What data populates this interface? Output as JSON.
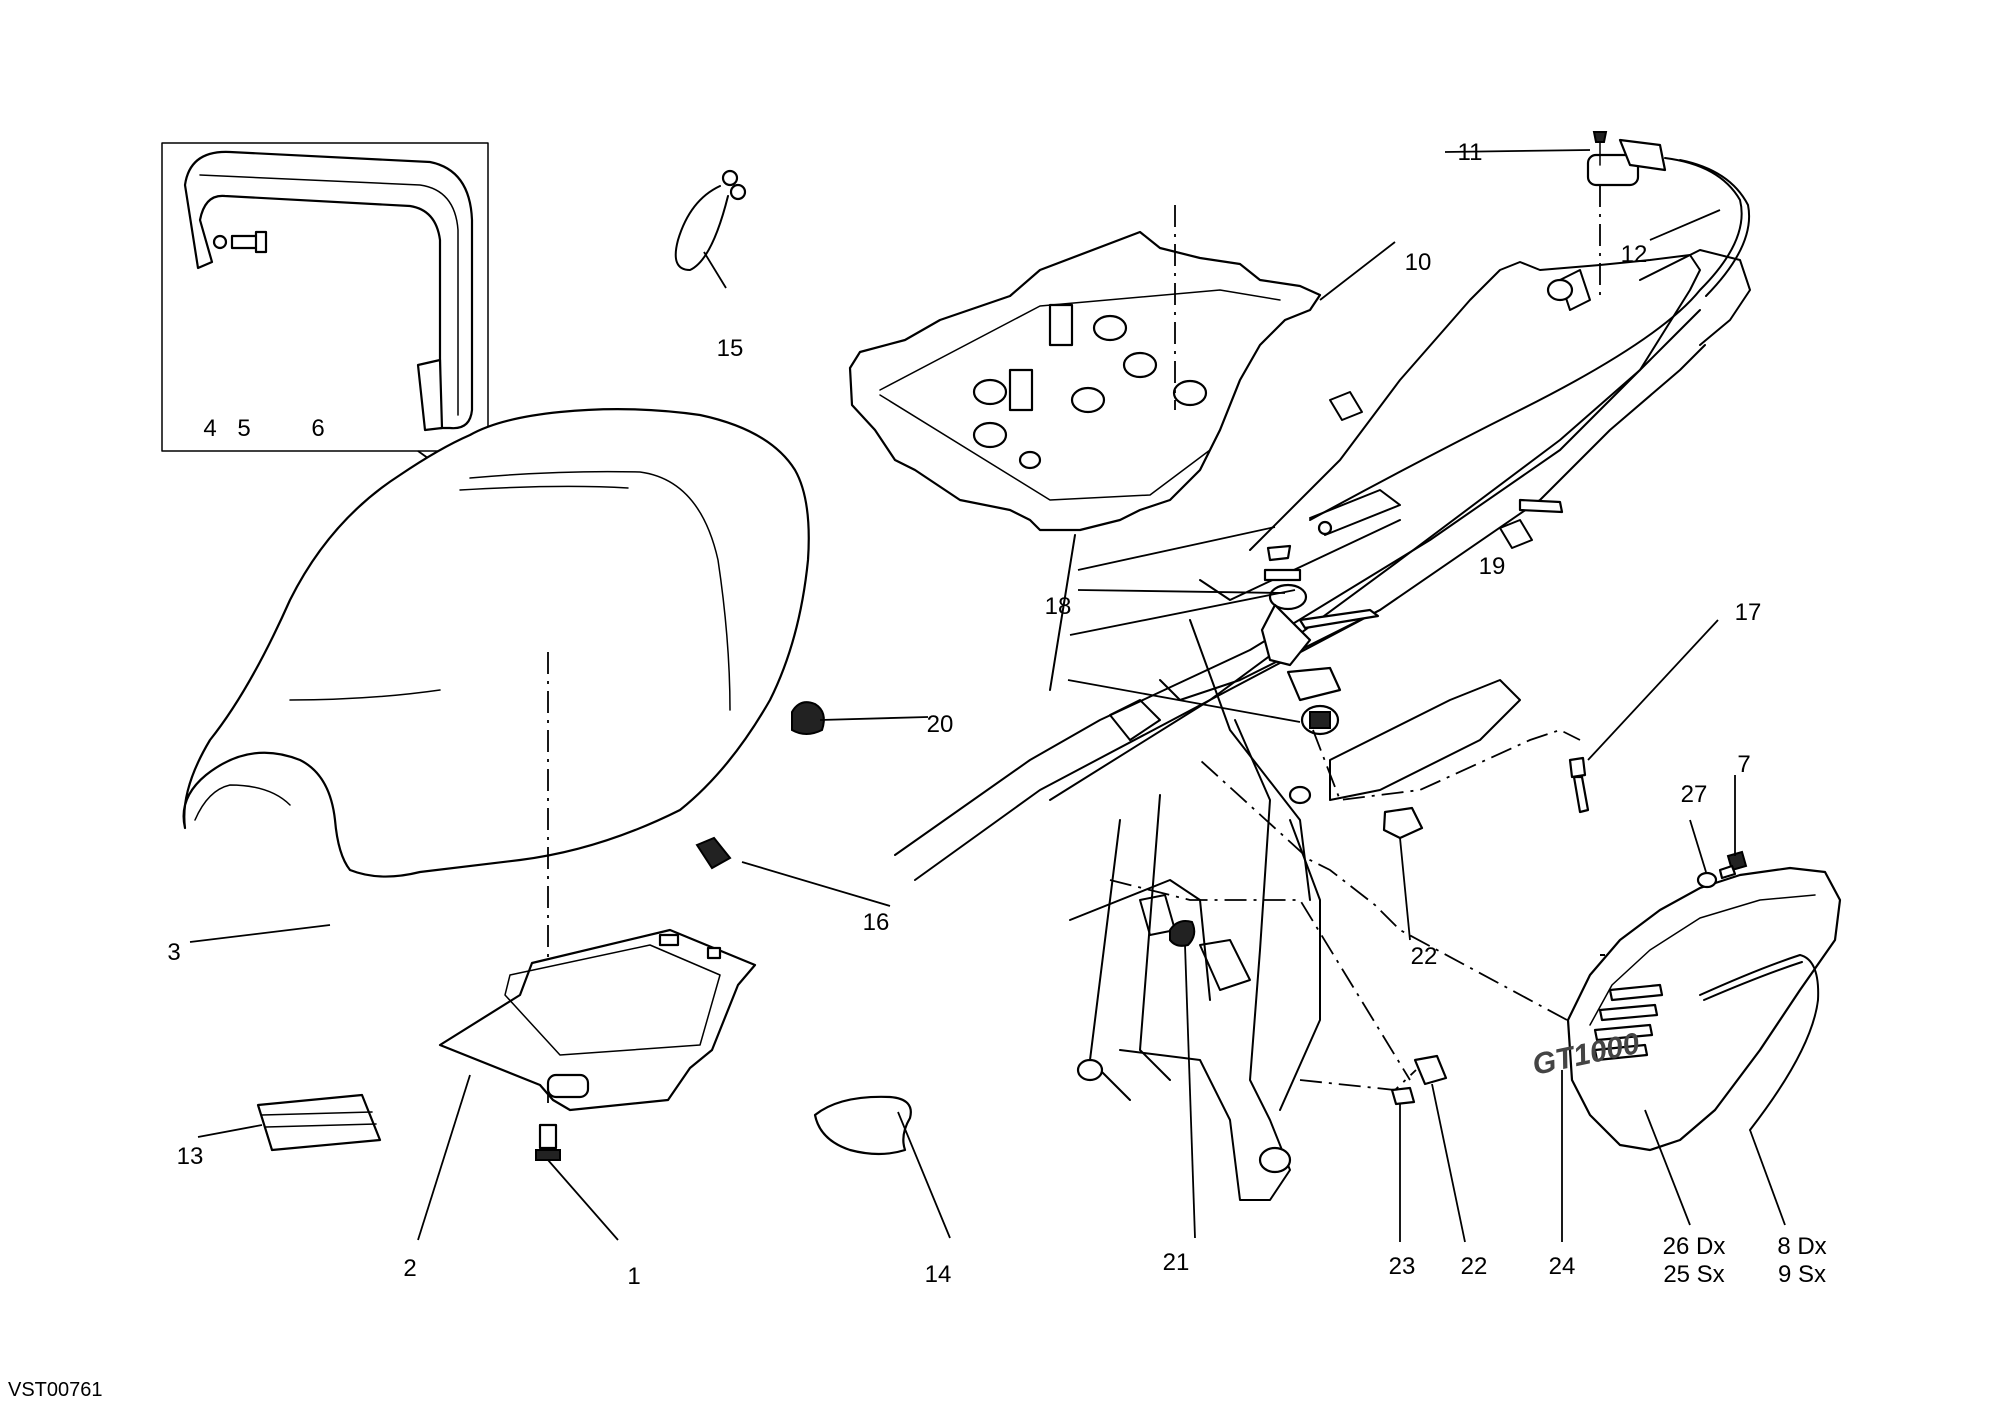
{
  "drawing_code": "VST00761",
  "cover_logo": "GT1000",
  "callouts": {
    "c1": "1",
    "c2": "2",
    "c3": "3",
    "c4": "4",
    "c5": "5",
    "c6": "6",
    "c7": "7",
    "c8": "8 Dx",
    "c9": "9 Sx",
    "c10": "10",
    "c11": "11",
    "c12": "12",
    "c13": "13",
    "c14": "14",
    "c15": "15",
    "c16": "16",
    "c17": "17",
    "c18": "18",
    "c19": "19",
    "c20": "20",
    "c21": "21",
    "c22a": "22",
    "c22b": "22",
    "c23": "23",
    "c24": "24",
    "c25": "25 Sx",
    "c26": "26 Dx",
    "c27": "27"
  }
}
